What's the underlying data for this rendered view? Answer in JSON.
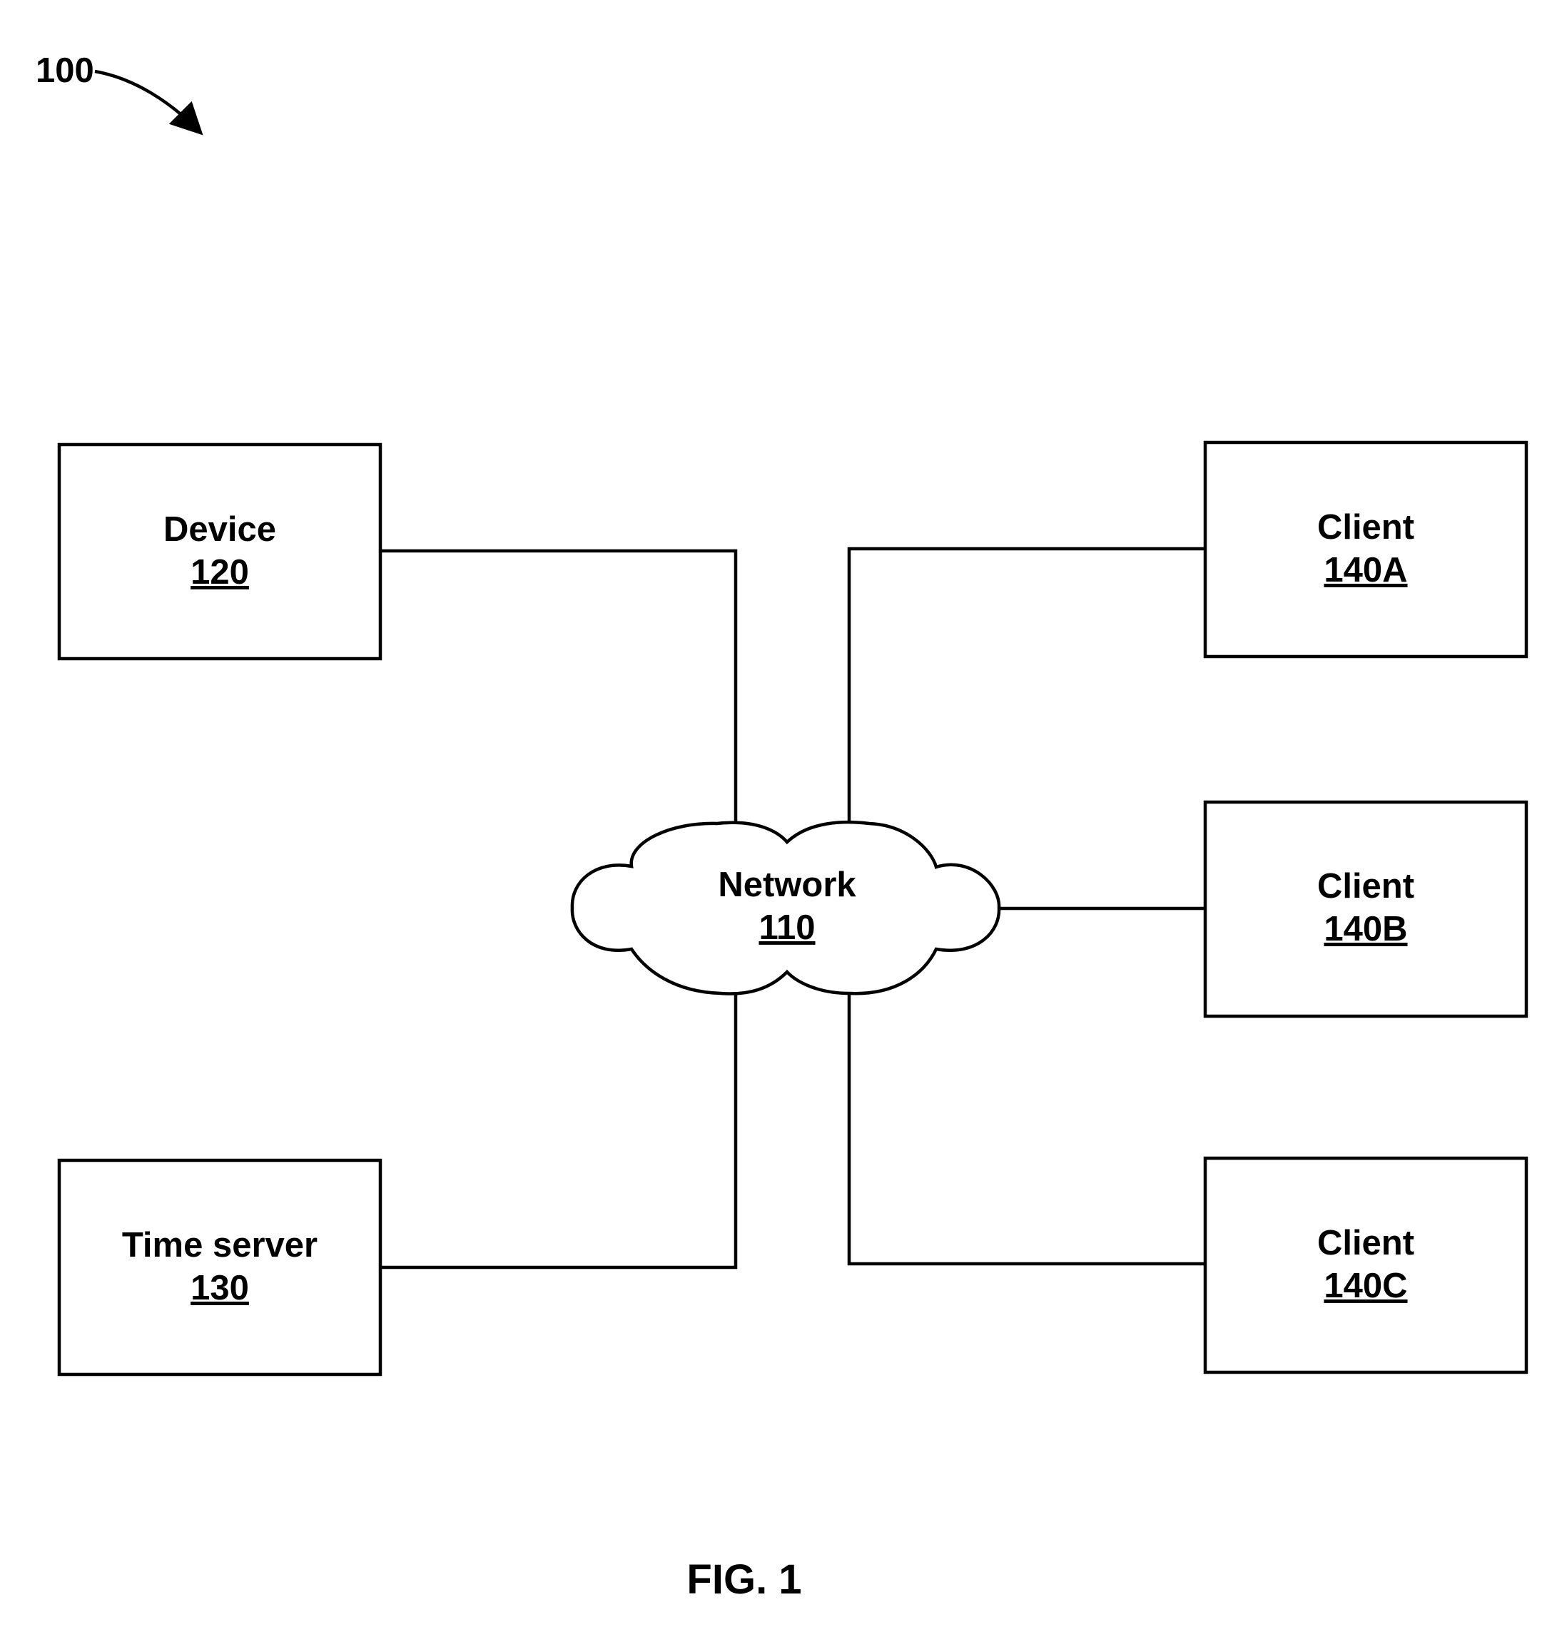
{
  "figure_ref": "100",
  "figure_caption": "FIG. 1",
  "network": {
    "name": "Network",
    "ref": "110"
  },
  "device": {
    "name": "Device",
    "ref": "120"
  },
  "time_server": {
    "name": "Time server",
    "ref": "130"
  },
  "clients": [
    {
      "name": "Client",
      "ref": "140A"
    },
    {
      "name": "Client",
      "ref": "140B"
    },
    {
      "name": "Client",
      "ref": "140C"
    }
  ]
}
